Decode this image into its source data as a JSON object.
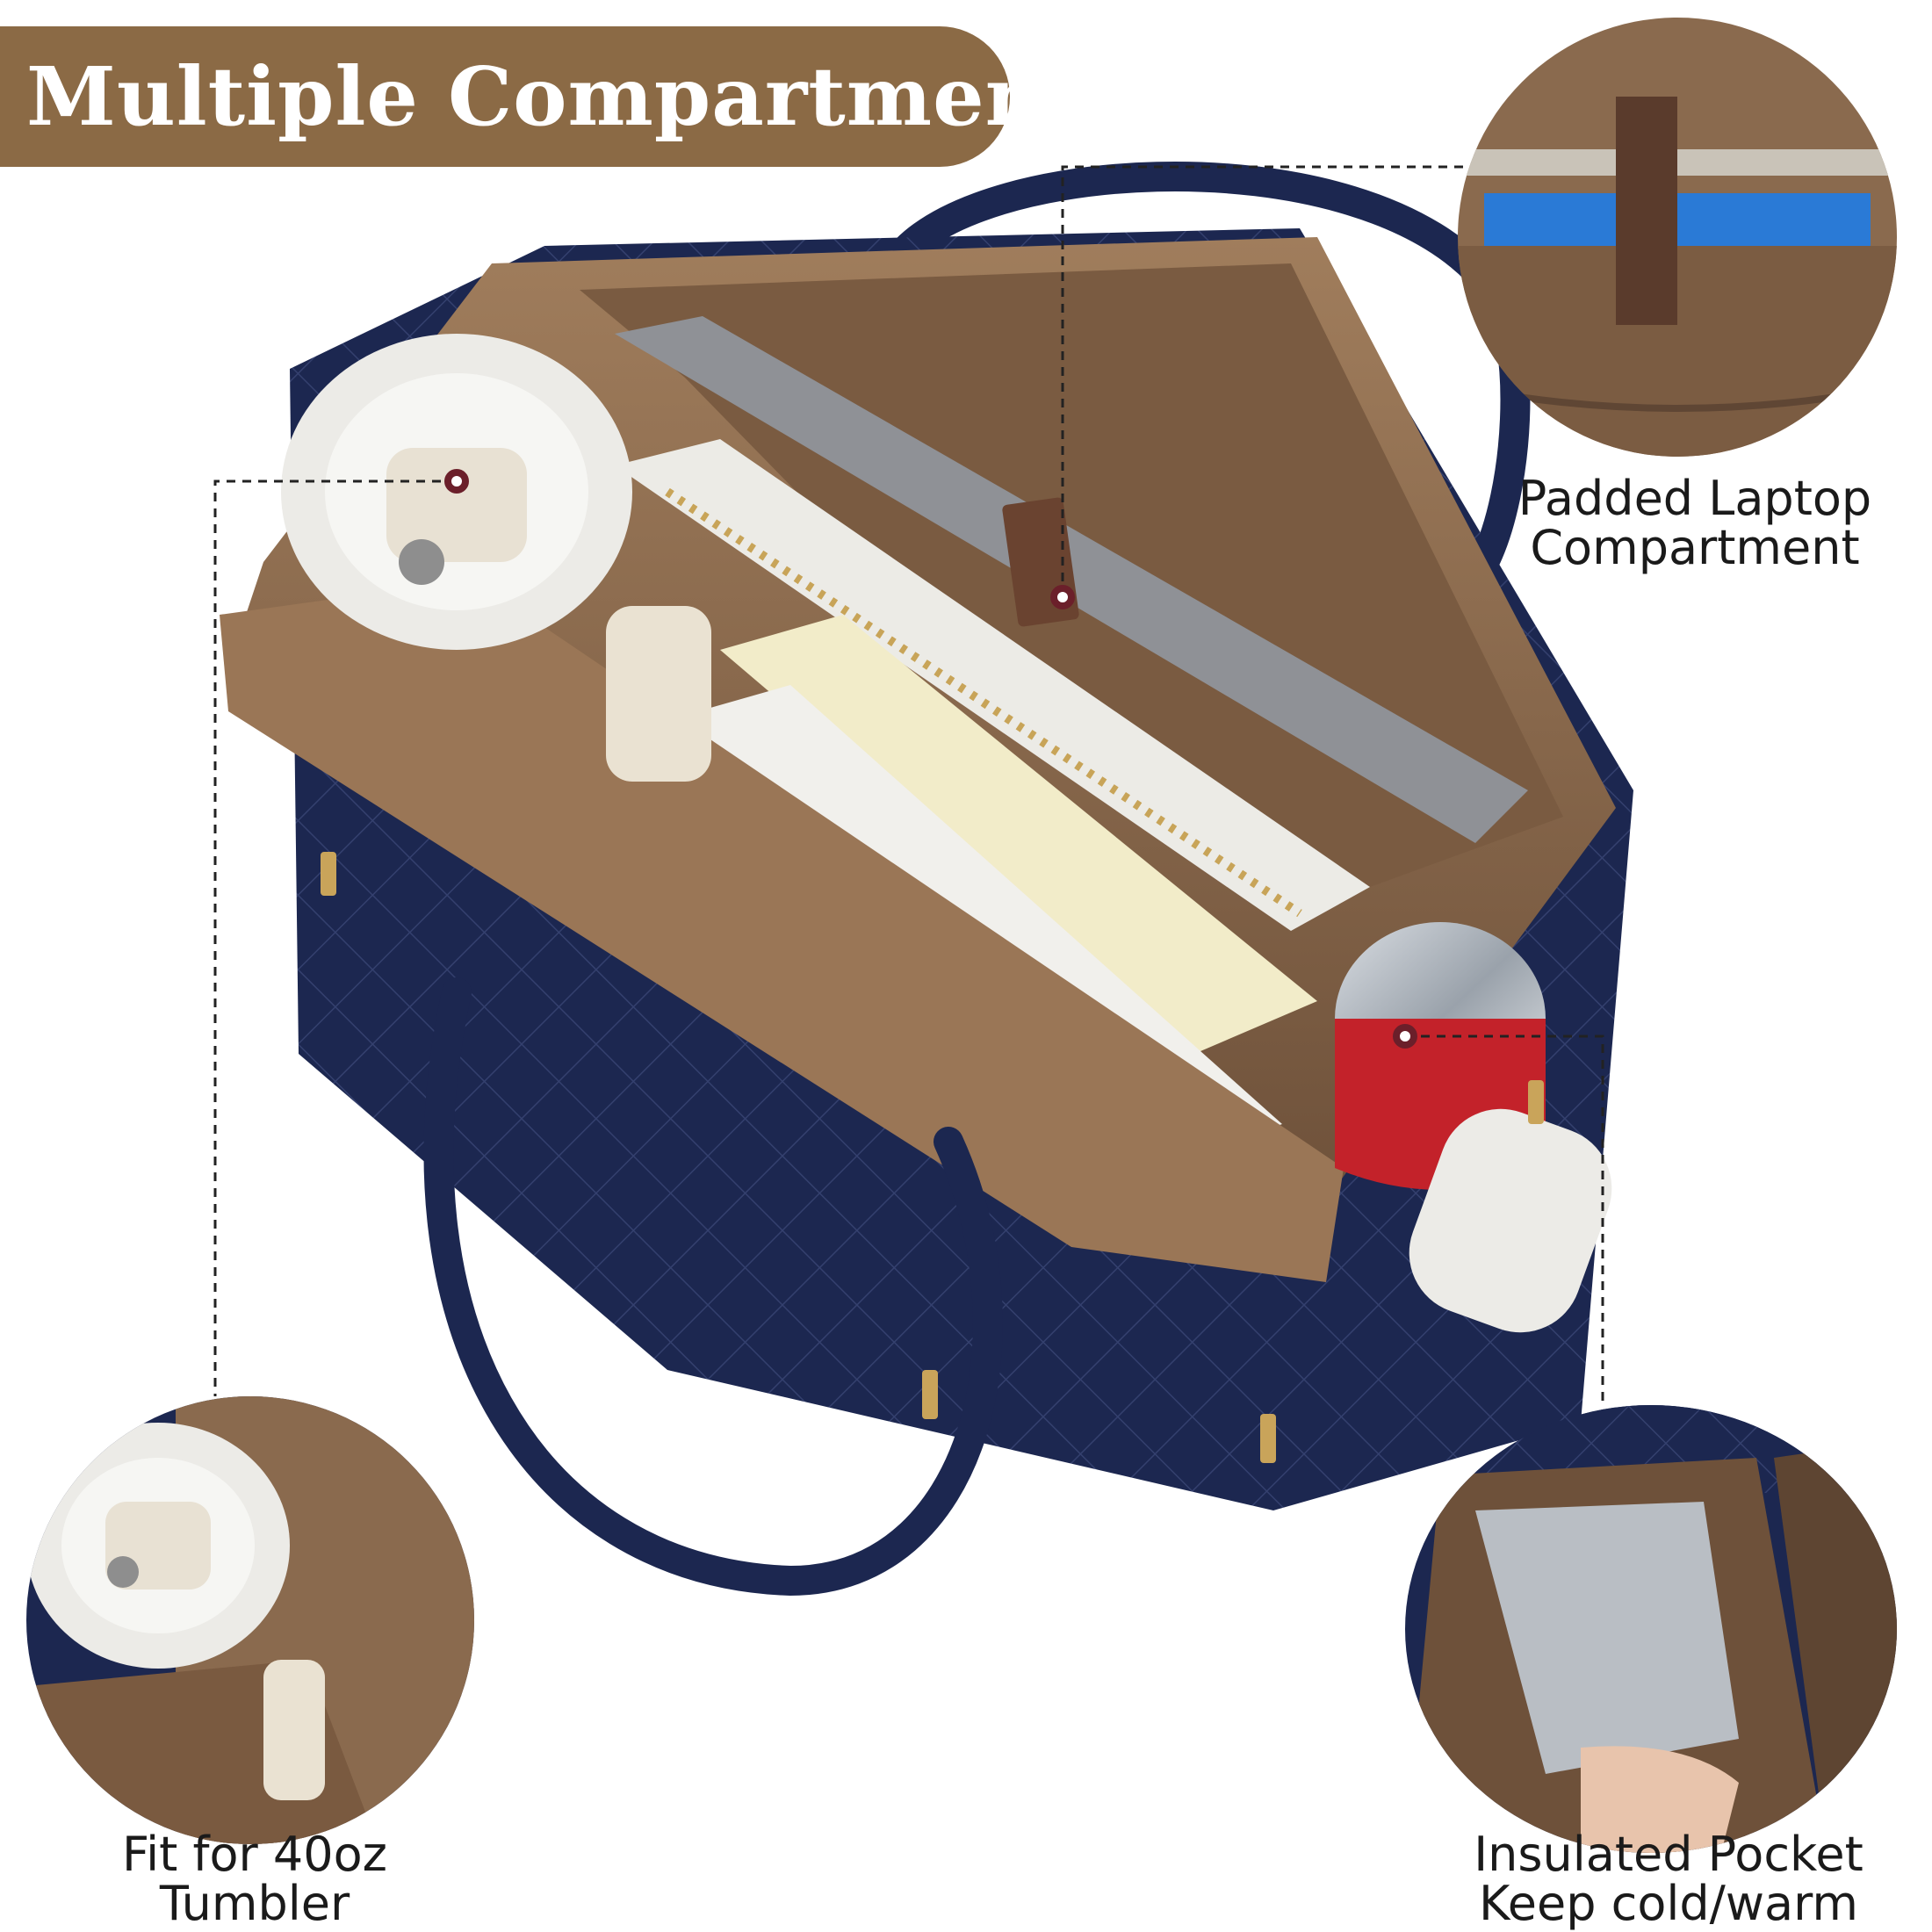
{
  "banner": {
    "title": "Multiple Compartments"
  },
  "callouts": {
    "laptop": {
      "line1": "Padded Laptop",
      "line2": "Compartment"
    },
    "tumbler": {
      "line1": "Fit for 40oz",
      "line2": "Tumbler"
    },
    "insulated": {
      "line1": "Insulated Pocket",
      "line2": "Keep cold/warm"
    }
  },
  "colors": {
    "banner": "#8b6a45",
    "bag_navy": "#1c2750",
    "lining_brown": "#8a6a4e",
    "lining_dark": "#5e4532",
    "marker": "#6b1f2a"
  }
}
